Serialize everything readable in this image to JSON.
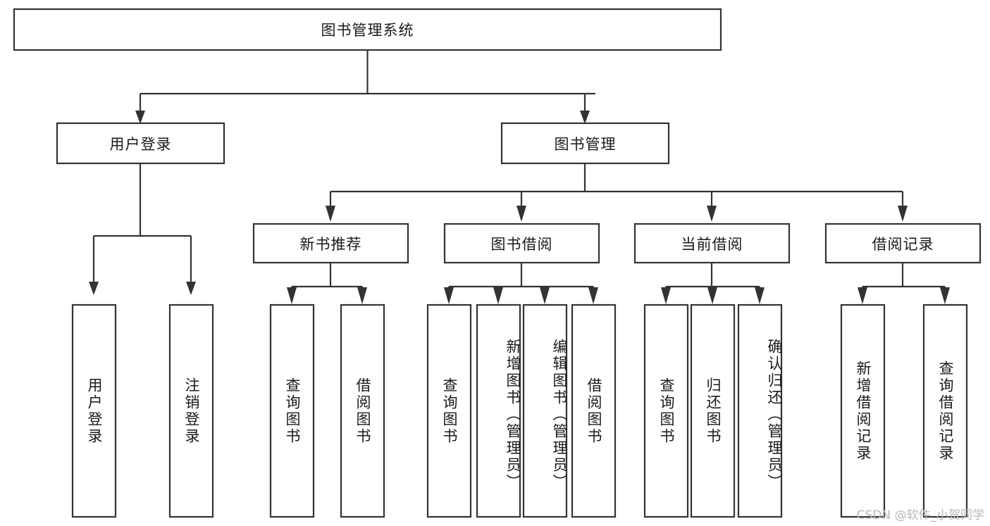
{
  "diagram": {
    "title": "图书管理系统",
    "type": "tree",
    "watermark": "CSDN @软件_小贺同学",
    "colors": {
      "box_stroke": "#333333",
      "box_fill": "#ffffff",
      "text": "#1a1a1a",
      "background": "#ffffff",
      "watermark": "#b8b8b8"
    },
    "root": {
      "id": "root",
      "label": "图书管理系统"
    },
    "level2": [
      {
        "id": "user-login",
        "label": "用户登录"
      },
      {
        "id": "book-management",
        "label": "图书管理"
      }
    ],
    "level3": [
      {
        "id": "new-book-recommend",
        "label": "新书推荐",
        "parent": "book-management"
      },
      {
        "id": "book-borrow",
        "label": "图书借阅",
        "parent": "book-management"
      },
      {
        "id": "current-borrow",
        "label": "当前借阅",
        "parent": "book-management"
      },
      {
        "id": "borrow-record",
        "label": "借阅记录",
        "parent": "book-management"
      }
    ],
    "leaves": [
      {
        "id": "leaf-user-login",
        "label": "用户登录",
        "parent": "user-login"
      },
      {
        "id": "leaf-logout",
        "label": "注销登录",
        "parent": "user-login"
      },
      {
        "id": "leaf-query-book-1",
        "label": "查询图书",
        "parent": "new-book-recommend"
      },
      {
        "id": "leaf-borrow-book-1",
        "label": "借阅图书",
        "parent": "new-book-recommend"
      },
      {
        "id": "leaf-query-book-2",
        "label": "查询图书",
        "parent": "book-borrow"
      },
      {
        "id": "leaf-add-book",
        "label": "新增图书（管理员）",
        "parent": "book-borrow"
      },
      {
        "id": "leaf-edit-book",
        "label": "编辑图书（管理员）",
        "parent": "book-borrow"
      },
      {
        "id": "leaf-borrow-book-2",
        "label": "借阅图书",
        "parent": "book-borrow"
      },
      {
        "id": "leaf-query-book-3",
        "label": "查询图书",
        "parent": "current-borrow"
      },
      {
        "id": "leaf-return-book",
        "label": "归还图书",
        "parent": "current-borrow"
      },
      {
        "id": "leaf-confirm-return",
        "label": "确认归还（管理员）",
        "parent": "current-borrow"
      },
      {
        "id": "leaf-add-record",
        "label": "新增借阅记录",
        "parent": "borrow-record"
      },
      {
        "id": "leaf-query-record",
        "label": "查询借阅记录",
        "parent": "borrow-record"
      }
    ]
  }
}
